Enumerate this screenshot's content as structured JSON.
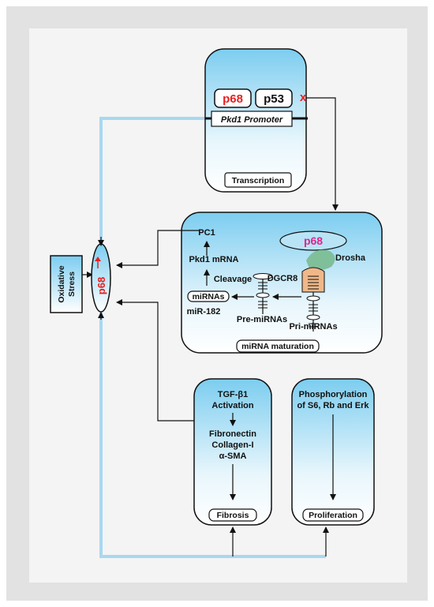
{
  "transcription": {
    "p68": "p68",
    "p53": "p53",
    "promoter": "Pkd1 Promoter",
    "block_mark": "x",
    "label": "Transcription"
  },
  "maturation": {
    "pc1": "PC1",
    "pkd1_mrna": "Pkd1 mRNA",
    "cleavage": "Cleavage",
    "mirnas": "miRNAs",
    "mir182": "miR-182",
    "pre_mirnas": "Pre-miRNAs",
    "pri_mirnas": "Pri-miRNAs",
    "p68": "p68",
    "drosha": "Drosha",
    "dgcr8": "DGCR8",
    "label": "miRNA maturation"
  },
  "stress": {
    "line1": "Oxidative",
    "line2": "Stress"
  },
  "center": {
    "p68": "p68"
  },
  "fibrosis": {
    "line1": "TGF-β1",
    "line2": "Activation",
    "line3": "Fibronectin",
    "line4": "Collagen-I",
    "line5": "α-SMA",
    "label": "Fibrosis"
  },
  "proliferation": {
    "line1": "Phosphorylation",
    "line2": "of S6, Rb and Erk",
    "label": "Proliferation"
  },
  "colors": {
    "red": "#e82020",
    "magenta": "#e0258c",
    "light_blue": "#a8d8f0",
    "box_gradient_top": "#7ccdf0",
    "box_gradient_bottom": "#ffffff",
    "drosha_green": "#7fbf9a"
  }
}
